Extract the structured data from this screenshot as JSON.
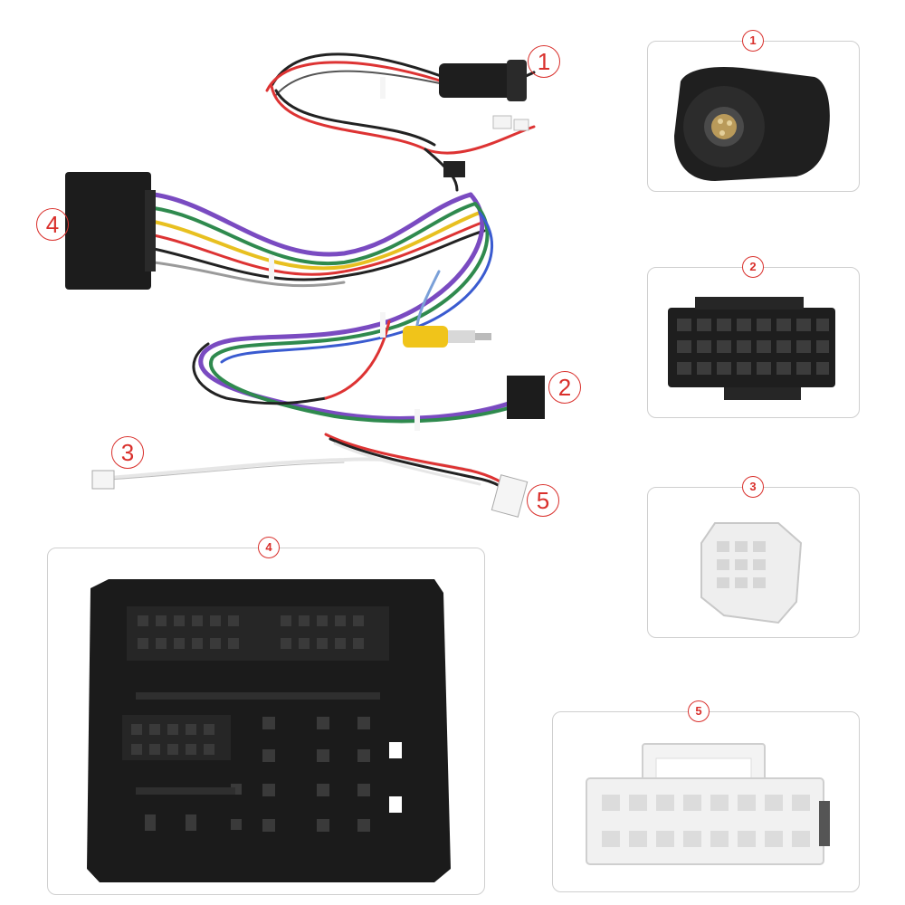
{
  "callouts": [
    {
      "num": "1"
    },
    {
      "num": "2"
    },
    {
      "num": "3"
    },
    {
      "num": "4"
    },
    {
      "num": "5"
    }
  ],
  "panels": [
    {
      "badge": "1"
    },
    {
      "badge": "2"
    },
    {
      "badge": "3"
    },
    {
      "badge": "4"
    },
    {
      "badge": "5"
    }
  ],
  "colors": {
    "accent": "#d9302c",
    "panel_border": "#cfcfcf",
    "connector_black": "#1e1e1e",
    "connector_white": "#f2f2f2"
  }
}
